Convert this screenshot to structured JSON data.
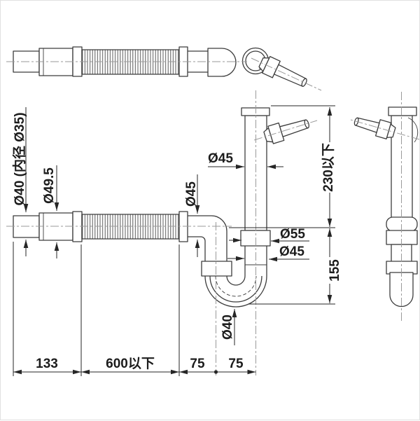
{
  "drawing": {
    "kind": "plumbing-drain-trap-technical-drawing",
    "views": {
      "top": "flexible hose assembly straight (plan view)",
      "front": "installed hose with P-trap and standpipe",
      "side": "standpipe side view"
    }
  },
  "labels": {
    "hose_outer_inner": "Ø40 (内径 Ø35)",
    "hose_nut": "Ø49.5",
    "inlet_pipe": "Ø45",
    "tail_pipe": "Ø45",
    "trap_nut": "Ø55",
    "outlet_pipe": "Ø45",
    "trap_bottom": "Ø40",
    "len_133": "133",
    "len_600": "600以下",
    "len_75_a": "75",
    "len_75_b": "75",
    "height_230": "230以下",
    "height_155": "155"
  },
  "colors": {
    "background": "#ffffff",
    "outline": "#3c3c3c",
    "dimension": "#262626",
    "centerline": "#9a9a9a",
    "text": "#1c1c1c"
  }
}
